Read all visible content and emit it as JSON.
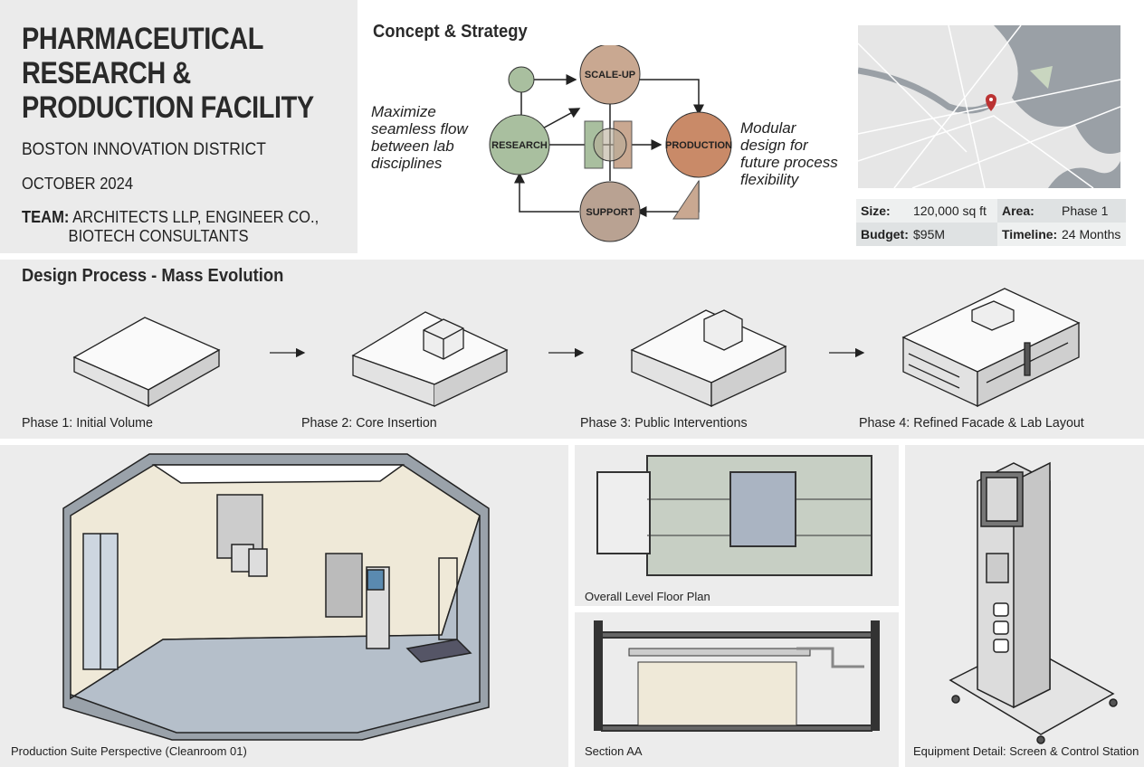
{
  "header": {
    "title_lines": [
      "PHARMACEUTICAL",
      "RESEARCH &",
      "PRODUCTION FACILITY"
    ],
    "location": "BOSTON INNOVATION DISTRICT",
    "date": "OCTOBER 2024",
    "team_label": "TEAM:",
    "team_line1": "ARCHITECTS LLP, ENGINEER CO.,",
    "team_line2": "BIOTECH CONSULTANTS"
  },
  "concept": {
    "title": "Concept & Strategy",
    "left_note": [
      "Maximize",
      "seamless flow",
      "between lab",
      "disciplines"
    ],
    "right_note": [
      "Modular",
      "design for",
      "future process",
      "flexibility"
    ],
    "nodes": {
      "research": "RESEARCH",
      "scaleup": "SCALE-UP",
      "production": "PRODUCTION",
      "support": "SUPPORT"
    },
    "colors": {
      "research": "#a9bf9f",
      "scaleup": "#c9a891",
      "production": "#c98a68",
      "support": "#b9a292"
    }
  },
  "project_info": {
    "size_label": "Size:",
    "size_value": "120,000 sq ft",
    "area_label": "Area:",
    "area_value": "Phase 1",
    "budget_label": "Budget:",
    "budget_value": "$95M",
    "timeline_label": "Timeline:",
    "timeline_value": "24 Months"
  },
  "mass_evolution": {
    "title": "Design Process - Mass Evolution",
    "phases": [
      "Phase 1: Initial Volume",
      "Phase 2: Core Insertion",
      "Phase 3: Public Interventions",
      "Phase 4: Refined Facade & Lab Layout"
    ]
  },
  "captions": {
    "perspective": "Production Suite Perspective (Cleanroom 01)",
    "floor_plan": "Overall Level Floor Plan",
    "section": "Section AA",
    "equipment": "Equipment Detail: Screen & Control Station"
  }
}
